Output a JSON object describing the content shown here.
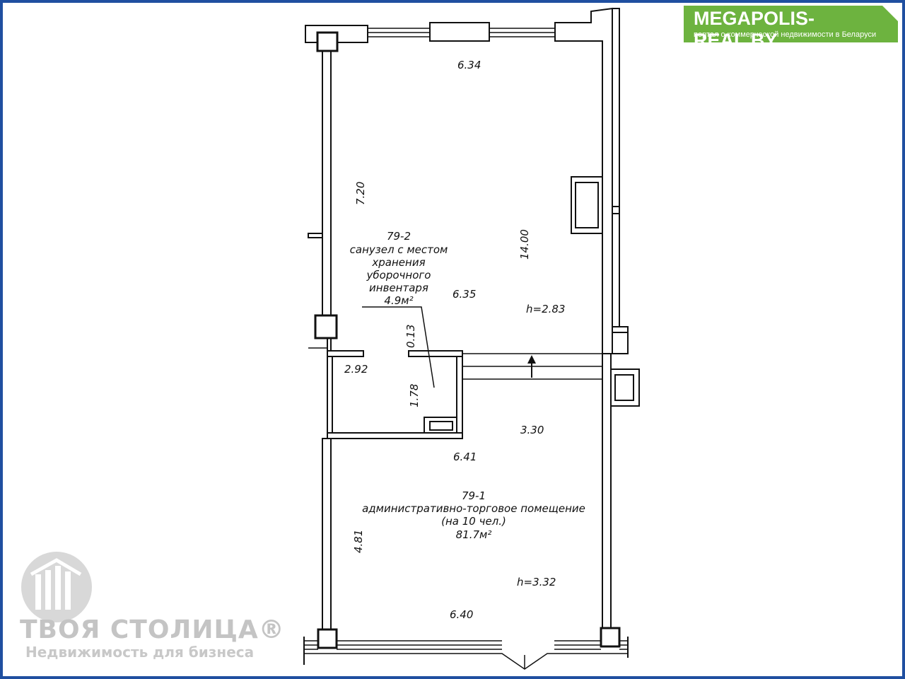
{
  "badge": {
    "title": "MEGAPOLIS-REAL.BY",
    "subtitle": "портал о коммерческой недвижимости в Беларуси"
  },
  "watermark": {
    "brand": "ТВОЯ СТОЛИЦА®",
    "tagline": "Недвижимость для бизнеса",
    "logo_icon": "building-logo-icon"
  },
  "colors": {
    "frame": "#1f4fa0",
    "badge": "#6db33f",
    "watermark": "#c4c4c4"
  },
  "rooms": [
    {
      "number": "79-2",
      "name_lines": [
        "санузел с местом",
        "хранения",
        "уборочного",
        "инвентаря"
      ],
      "area": "4.9м²",
      "height": "h=2.83"
    },
    {
      "number": "79-1",
      "name_lines": [
        "административно-торговое помещение",
        "(на 10 чел.)"
      ],
      "area": "81.7м²",
      "height": "h=3.32"
    }
  ],
  "dimensions": {
    "top_width": "6.34",
    "upper_left_height": "7.20",
    "total_height": "14.00",
    "mid_width": "6.35",
    "partition": "0.13",
    "wc_width": "2.92",
    "wc_height": "1.78",
    "right_segment": "3.30",
    "lower_top_width": "6.41",
    "lower_left_height": "4.81",
    "bottom_width": "6.40"
  }
}
